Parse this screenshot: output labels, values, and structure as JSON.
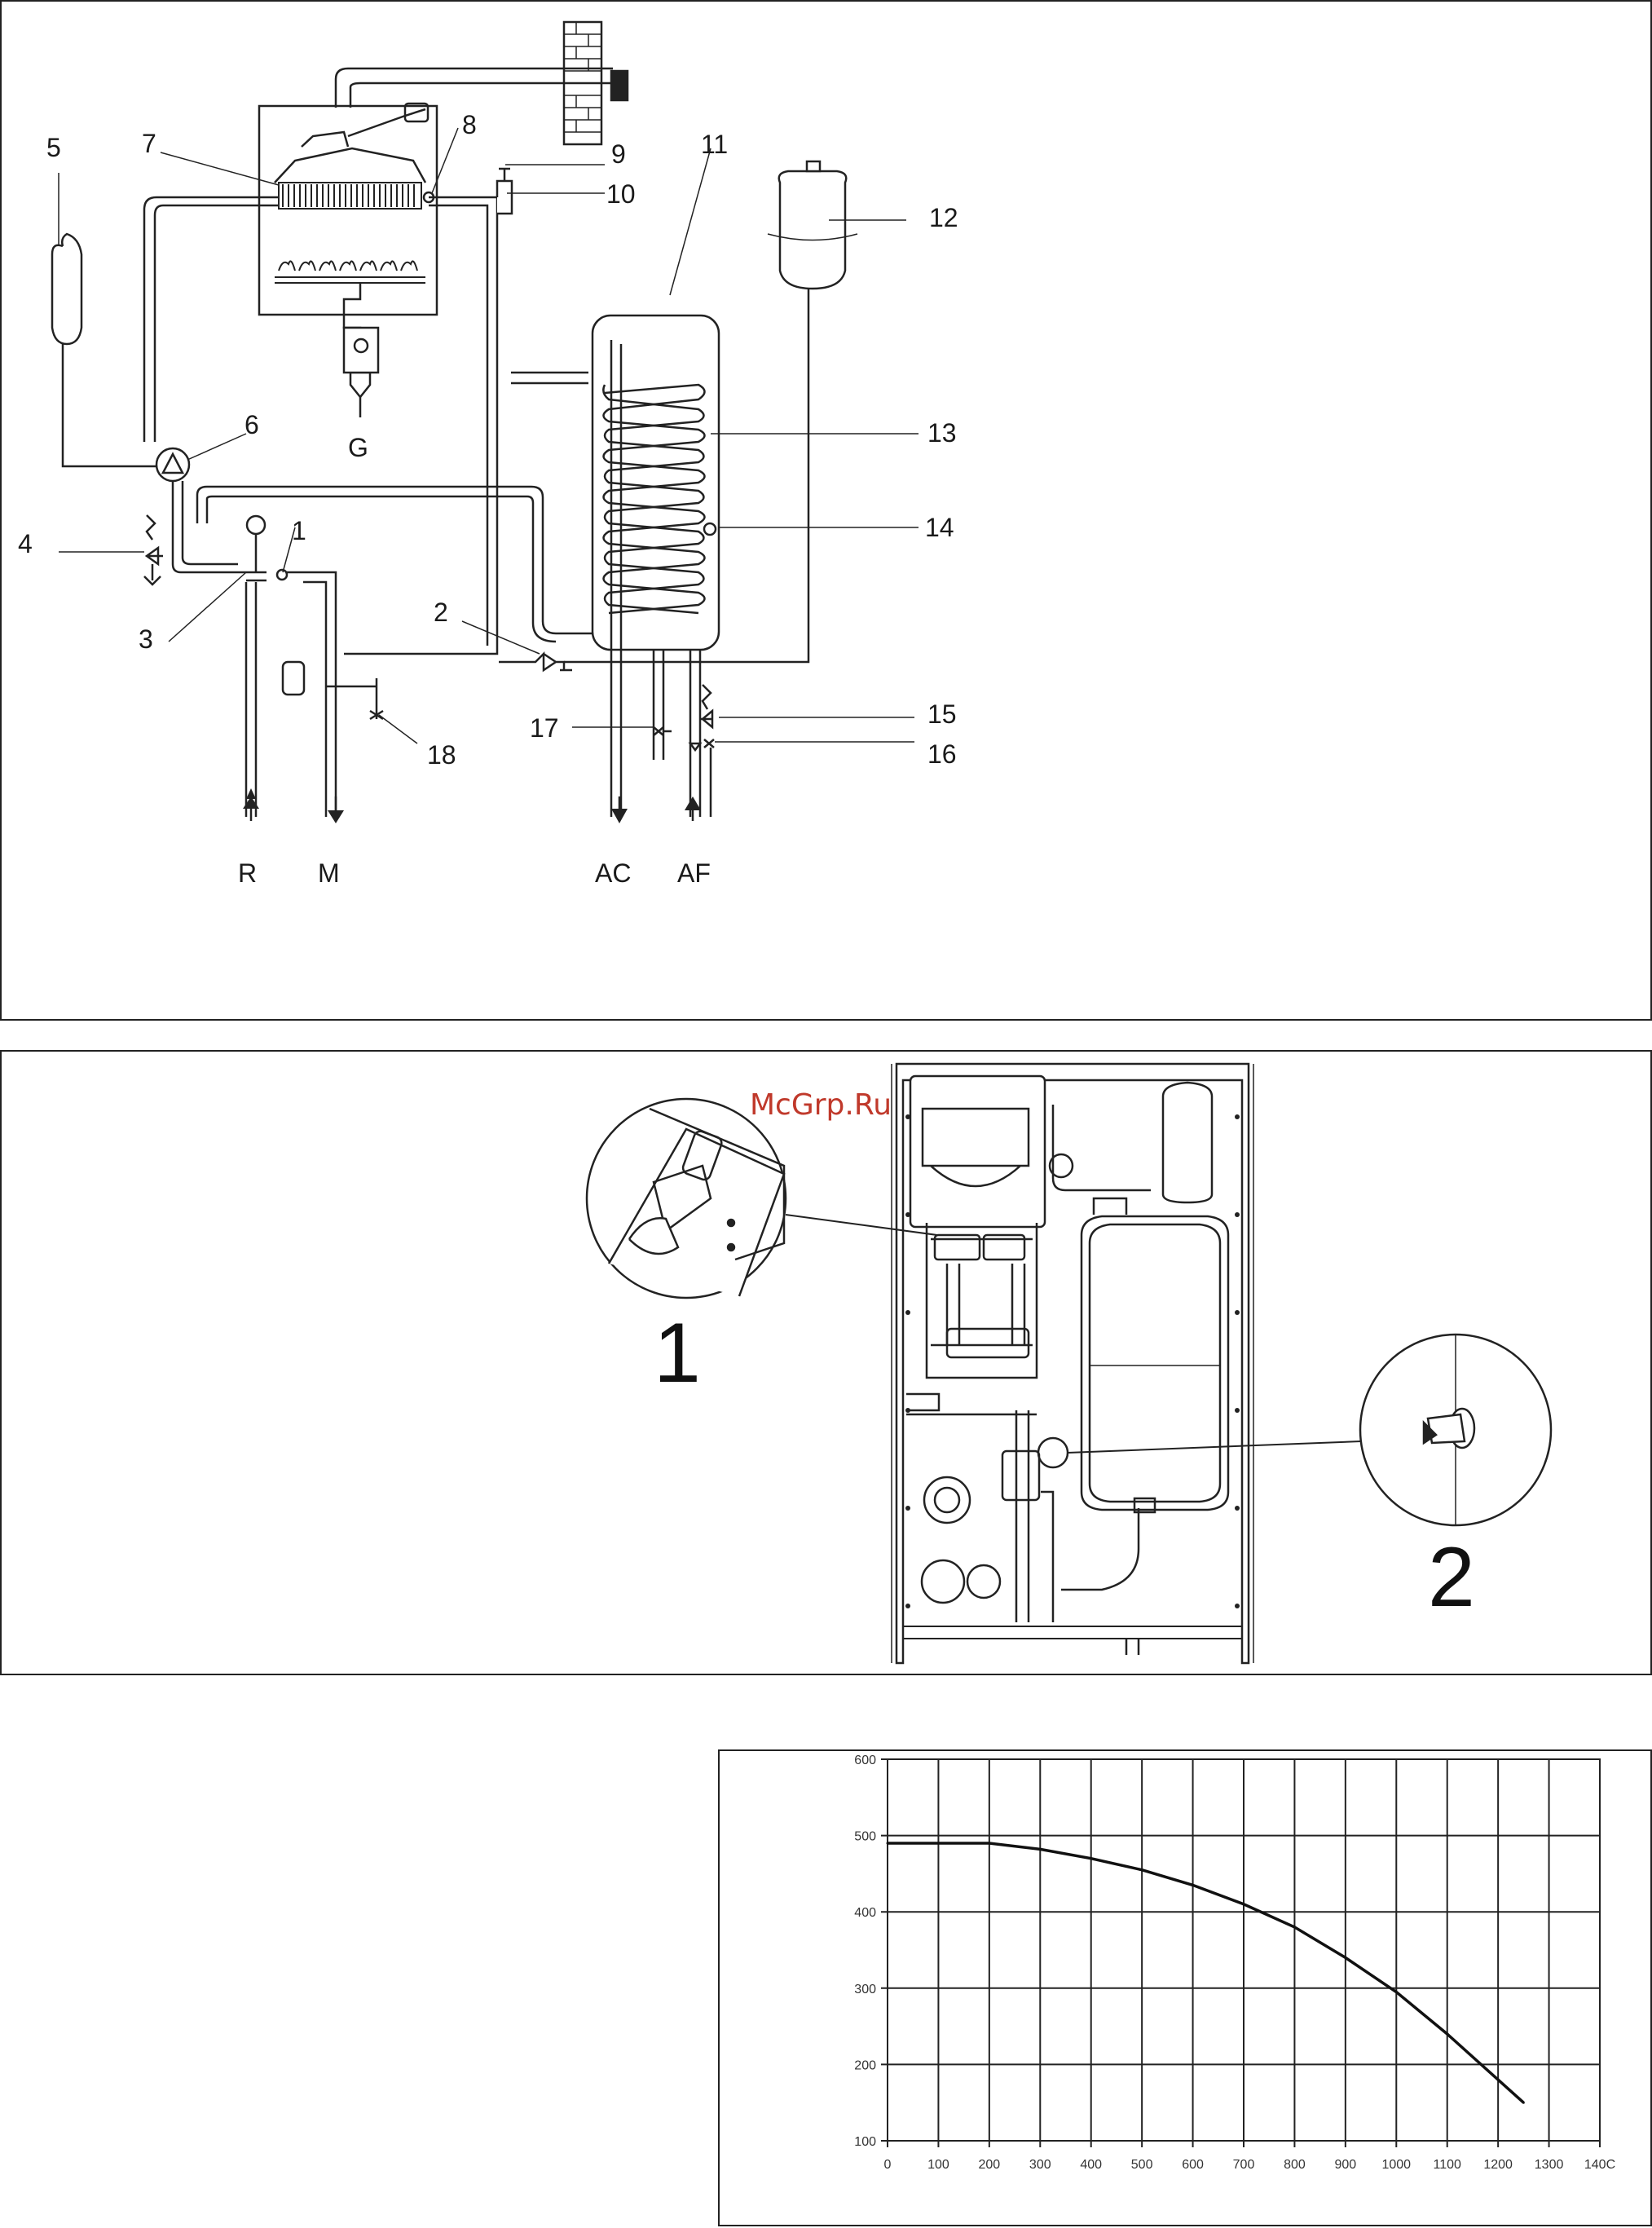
{
  "watermark": "McGrp.Ru",
  "hydraulic_diagram": {
    "callouts": [
      {
        "label": "1"
      },
      {
        "label": "2"
      },
      {
        "label": "3"
      },
      {
        "label": "4"
      },
      {
        "label": "5"
      },
      {
        "label": "6"
      },
      {
        "label": "7"
      },
      {
        "label": "8"
      },
      {
        "label": "9"
      },
      {
        "label": "10"
      },
      {
        "label": "11"
      },
      {
        "label": "12"
      },
      {
        "label": "13"
      },
      {
        "label": "14"
      },
      {
        "label": "15"
      },
      {
        "label": "16"
      },
      {
        "label": "17"
      },
      {
        "label": "18"
      }
    ],
    "connections": [
      {
        "label": "R",
        "flow": "in"
      },
      {
        "label": "M",
        "flow": "out"
      },
      {
        "label": "AC",
        "flow": "out"
      },
      {
        "label": "AF",
        "flow": "in"
      }
    ],
    "gas_label": "G"
  },
  "components_view": {
    "detail_1_label": "1",
    "detail_2_label": "2"
  },
  "chart_data": {
    "type": "line",
    "title": "",
    "xlabel": "",
    "ylabel": "",
    "xlim": [
      0,
      1400
    ],
    "ylim": [
      100,
      600
    ],
    "xticks": [
      "0",
      "100",
      "200",
      "300",
      "400",
      "500",
      "600",
      "700",
      "800",
      "900",
      "1000",
      "1100",
      "1200",
      "1300",
      "140C"
    ],
    "yticks": [
      "100",
      "200",
      "300",
      "400",
      "500",
      "600"
    ],
    "grid": true,
    "series": [
      {
        "x": [
          0,
          100,
          200,
          300,
          400,
          500,
          600,
          700,
          800,
          900,
          1000,
          1100,
          1200,
          1250
        ],
        "y": [
          490,
          490,
          490,
          482,
          470,
          455,
          435,
          410,
          380,
          340,
          295,
          240,
          180,
          150
        ]
      }
    ]
  }
}
